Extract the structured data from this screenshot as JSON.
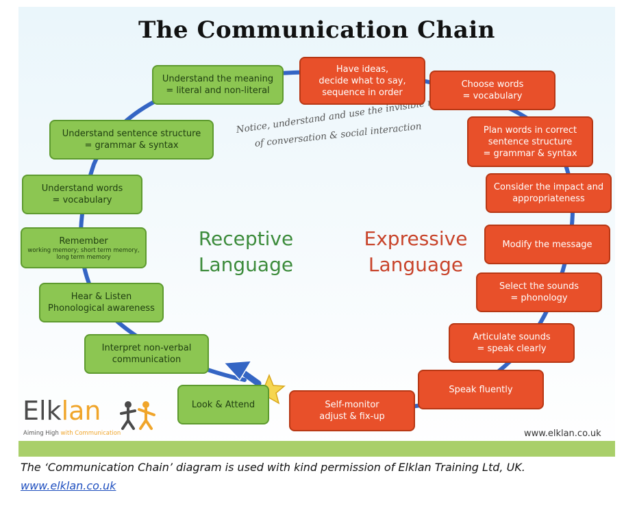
{
  "title": "The Communication Chain",
  "receptive_label": [
    "Receptive",
    "Language"
  ],
  "expressive_label": [
    "Expressive",
    "Language"
  ],
  "rules_text": [
    "Notice, understand and use the invisible rules",
    "of conversation & social interaction"
  ],
  "green_steps": {
    "look": "Look & Attend",
    "interpret": [
      "Interpret non-verbal",
      "communication"
    ],
    "hear": [
      "Hear & Listen",
      "Phonological awareness"
    ],
    "remember": {
      "title": "Remember",
      "detail": [
        "working memory; short term memory,",
        "long term memory"
      ]
    },
    "words": [
      "Understand words",
      "= vocabulary"
    ],
    "sentence": [
      "Understand sentence structure",
      "= grammar & syntax"
    ],
    "meaning": [
      "Understand the meaning",
      "= literal and non-literal"
    ]
  },
  "red_steps": {
    "ideas": [
      "Have ideas,",
      "decide what to say,",
      "sequence in order"
    ],
    "choose": [
      "Choose words",
      "= vocabulary"
    ],
    "plan": [
      "Plan words in correct",
      "sentence structure",
      "= grammar & syntax"
    ],
    "consider": [
      "Consider the impact and",
      "appropriateness"
    ],
    "modify": "Modify the message",
    "select": [
      "Select the sounds",
      "= phonology"
    ],
    "articulate": [
      "Articulate sounds",
      "= speak clearly"
    ],
    "fluent": "Speak fluently",
    "monitor": [
      "Self-monitor",
      "adjust & fix-up"
    ]
  },
  "logo": {
    "text_part1": "Elk",
    "text_part2": "lan",
    "tagline_part1": "Aiming High",
    "tagline_part2": " with Communication"
  },
  "website": "www.elklan.co.uk",
  "caption": "The ‘Communication Chain’ diagram is used with kind permission of Elklan Training Ltd, UK.",
  "caption_link": "www.elklan.co.uk",
  "colors": {
    "green": "#8cc652",
    "red": "#e8502a",
    "chain": "#3465c4",
    "strip": "#a9cf6a"
  }
}
